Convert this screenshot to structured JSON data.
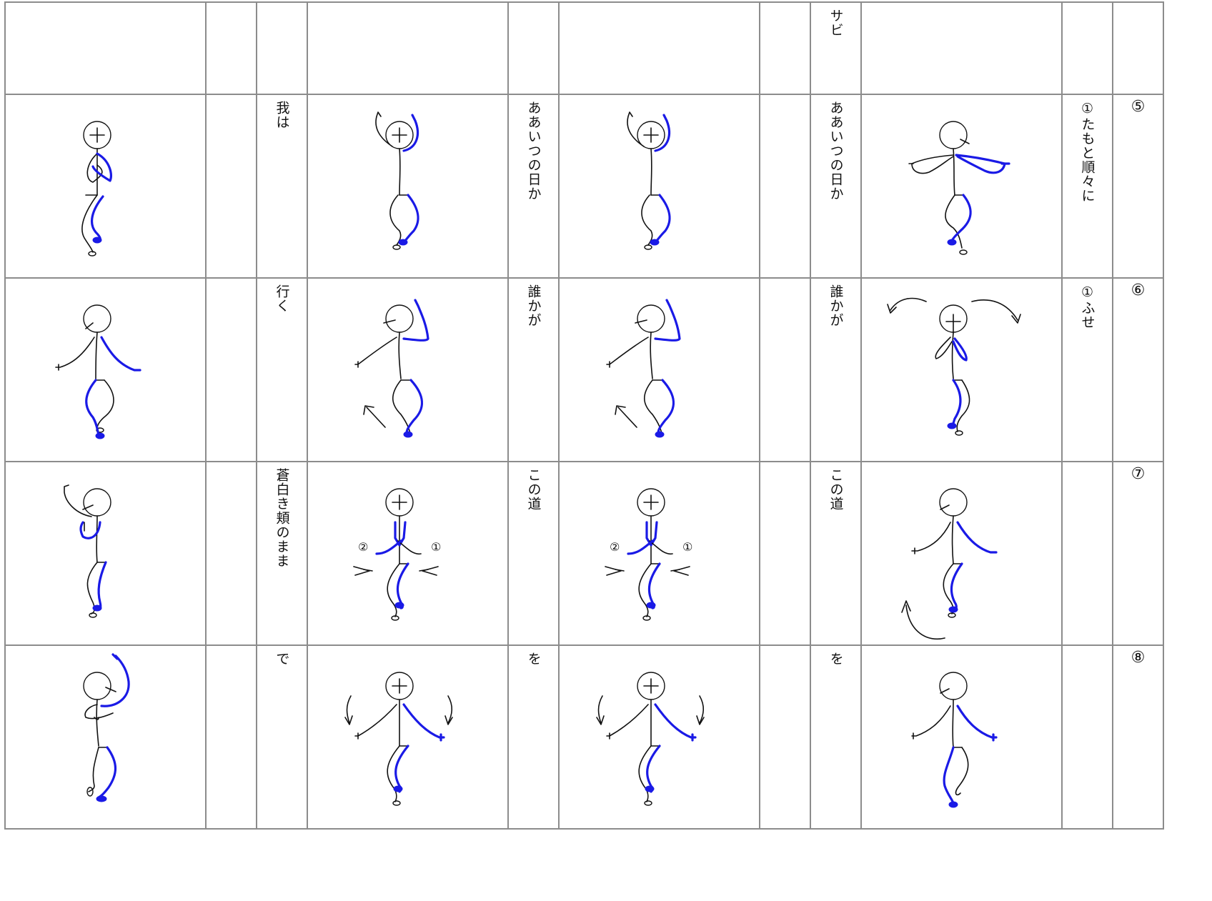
{
  "header": {
    "sabi_label": "サビ"
  },
  "rows": [
    {
      "lyric_a": "我は",
      "lyric_b": "ああいつの日か",
      "lyric_c": "ああいつの日か",
      "note": "①たもと順々に",
      "count": "⑤"
    },
    {
      "lyric_a": "行く",
      "lyric_b": "誰かが",
      "lyric_c": "誰かが",
      "note": "①ふせ",
      "count": "⑥"
    },
    {
      "lyric_a": "蒼白き頬のまま",
      "lyric_b": "この道",
      "lyric_c": "この道",
      "note": "",
      "count": "⑦"
    },
    {
      "lyric_a": "で",
      "lyric_b": "を",
      "lyric_c": "を",
      "note": "",
      "count": "⑧"
    }
  ],
  "step_marks": {
    "first": "①",
    "second": "②"
  },
  "colors": {
    "ink": "#111111",
    "accent": "#1a1ae6",
    "grid": "#8c8c8c"
  },
  "icons": [
    "stick-figure",
    "arrow-icon",
    "curved-arrow-icon"
  ]
}
